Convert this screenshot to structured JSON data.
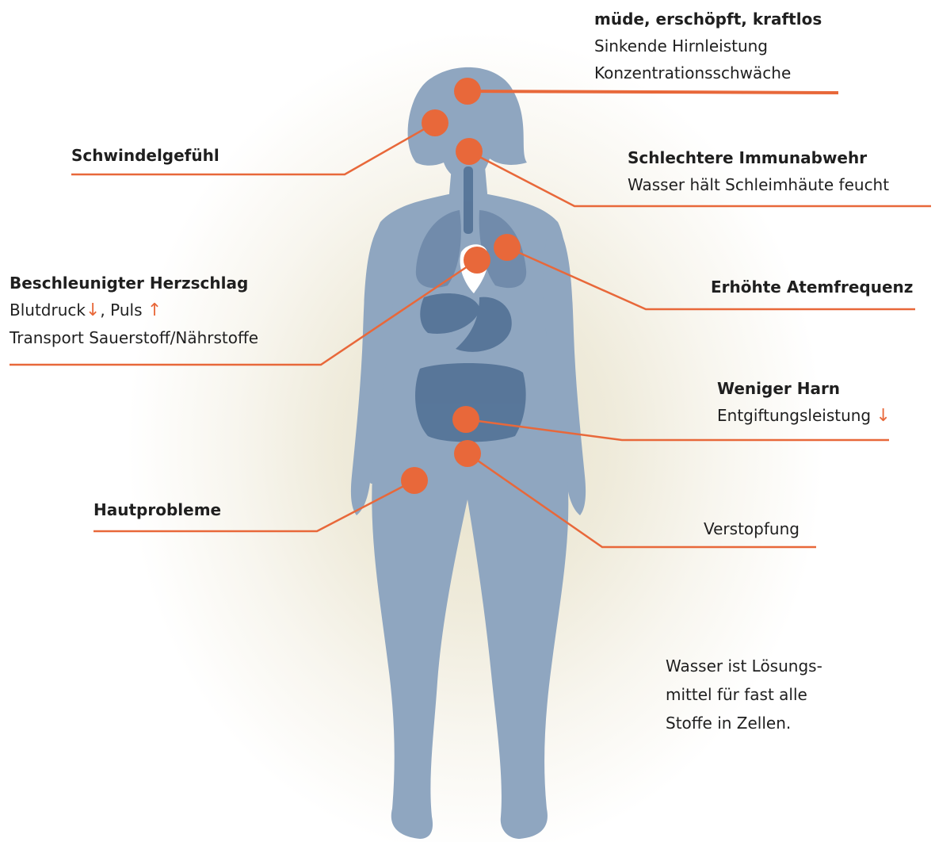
{
  "accent_color": "#e8683a",
  "body_color": "#8fa6c0",
  "organ_color": "#4f6e93",
  "labels": {
    "head": {
      "title": "müde, erschöpft, kraftlos",
      "line1": "Sinkende Hirnleistung",
      "line2": "Konzentrationsschwäche"
    },
    "dizzy": {
      "title": "Schwindelgefühl"
    },
    "immune": {
      "title": "Schlechtere Immunabwehr",
      "line1": "Wasser hält Schleimhäute feucht"
    },
    "heart": {
      "title": "Beschleunigter Herzschlag",
      "bp": "Blutdruck",
      "pulse": ", Puls",
      "down_arrow": "↓",
      "up_arrow": "↑",
      "line2": "Transport Sauerstoff/Nährstoffe"
    },
    "breath": {
      "title": "Erhöhte Atemfrequenz"
    },
    "urine": {
      "title": "Weniger Harn",
      "line1": "Entgiftungsleistung",
      "down_arrow": "↓"
    },
    "skin": {
      "title": "Hautprobleme"
    },
    "constipation": {
      "title": "Verstopfung"
    },
    "solvent": {
      "line1": "Wasser ist Lösungs-",
      "line2": "mittel für fast alle",
      "line3": "Stoffe in Zellen."
    }
  }
}
